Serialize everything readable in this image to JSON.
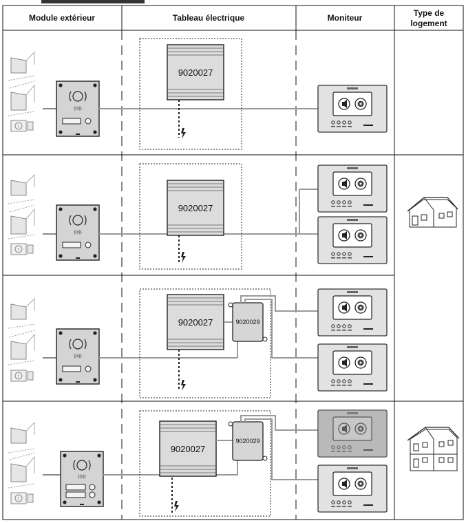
{
  "header": {
    "col1": "Module extérieur",
    "col2": "Tableau électrique",
    "col3": "Moniteur",
    "col4_line1": "Type de",
    "col4_line2": "logement"
  },
  "rows": [
    {
      "power_supply": "9020027",
      "distributor": "",
      "monitors": 1,
      "panel_buttons": 1,
      "housing": ""
    },
    {
      "power_supply": "9020027",
      "distributor": "",
      "monitors": 2,
      "panel_buttons": 1,
      "housing": "house"
    },
    {
      "power_supply": "9020027",
      "distributor": "9020029",
      "monitors": 2,
      "panel_buttons": 1,
      "housing": ""
    },
    {
      "power_supply": "9020027",
      "distributor": "9020029",
      "monitors": 2,
      "panel_buttons": 2,
      "housing": "two-apartment-building"
    }
  ],
  "icons": {
    "power": "lightning-icon",
    "access_1": "gate-icon",
    "access_2": "double-gate-icon",
    "access_3": "door-lock-icon",
    "panel": "door-panel-icon",
    "monitor": "video-monitor-icon"
  },
  "colors": {
    "line": "#111111",
    "wire": "#9a9a9a",
    "panel": "#d4d4d4",
    "monitor_body": "#e2e2e2",
    "monitor_dark": "#a9a9a9"
  }
}
